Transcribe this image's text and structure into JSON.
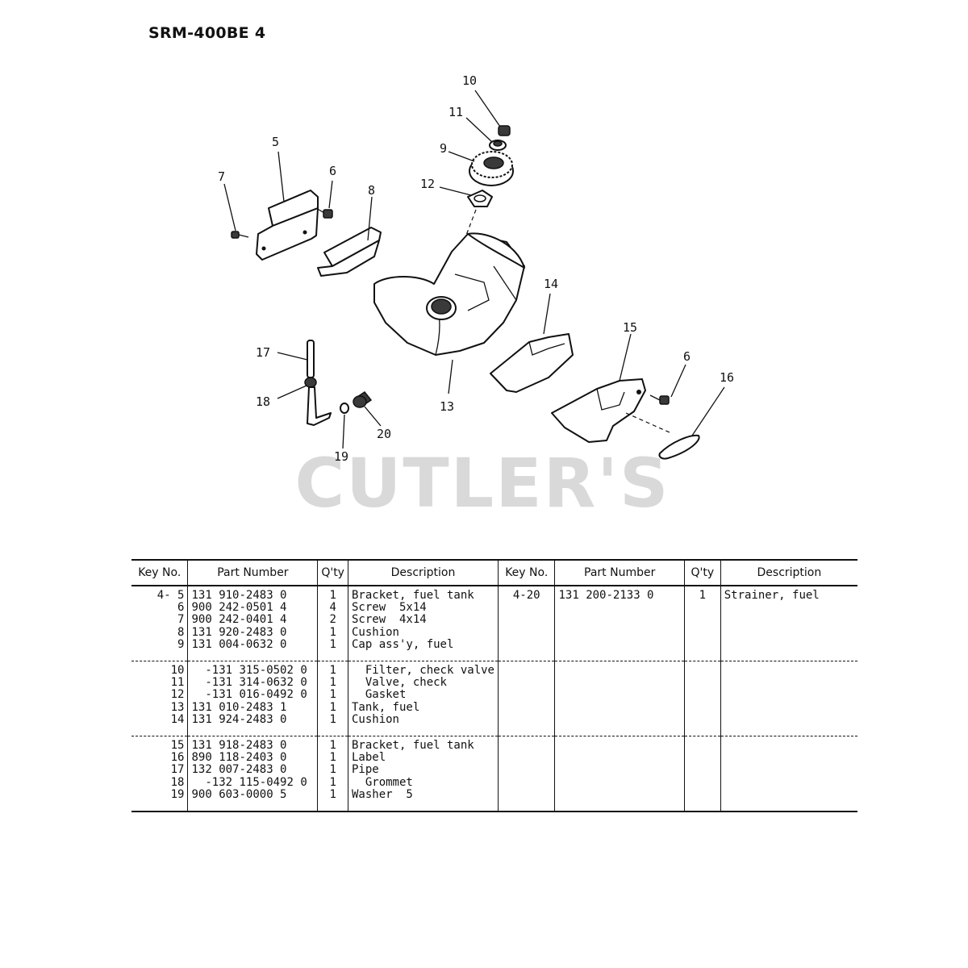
{
  "header": {
    "title": "SRM-400BE 4"
  },
  "watermark": "CUTLER'S",
  "callouts": [
    "5",
    "6",
    "6",
    "7",
    "8",
    "9",
    "10",
    "11",
    "12",
    "13",
    "14",
    "15",
    "16",
    "17",
    "18",
    "19",
    "20"
  ],
  "table": {
    "headers": [
      "Key No.",
      "Part Number",
      "Q'ty",
      "Description",
      "Key No.",
      "Part Number",
      "Q'ty",
      "Description"
    ],
    "groups": [
      {
        "left": {
          "key": "4- 5\n6\n7\n8\n9",
          "part": "131 910-2483 0\n900 242-0501 4\n900 242-0401 4\n131 920-2483 0\n131 004-0632 0",
          "qty": "1\n4\n2\n1\n1",
          "desc": "Bracket, fuel tank\nScrew  5x14\nScrew  4x14\nCushion\nCap ass'y, fuel"
        },
        "right": {
          "key": "4-20",
          "part": "131 200-2133 0",
          "qty": "1",
          "desc": "Strainer, fuel"
        }
      },
      {
        "left": {
          "key": "10\n11\n12\n13\n14",
          "part": "  -131 315-0502 0\n  -131 314-0632 0\n  -131 016-0492 0\n131 010-2483 1\n131 924-2483 0",
          "qty": "1\n1\n1\n1\n1",
          "desc": "  Filter, check valve\n  Valve, check\n  Gasket\nTank, fuel\nCushion"
        },
        "right": {
          "key": "",
          "part": "",
          "qty": "",
          "desc": ""
        }
      },
      {
        "left": {
          "key": "15\n16\n17\n18\n19",
          "part": "131 918-2483 0\n890 118-2403 0\n132 007-2483 0\n  -132 115-0492 0\n900 603-0000 5",
          "qty": "1\n1\n1\n1\n1",
          "desc": "Bracket, fuel tank\nLabel\nPipe\n  Grommet\nWasher  5"
        },
        "right": {
          "key": "",
          "part": "",
          "qty": "",
          "desc": ""
        }
      }
    ]
  }
}
